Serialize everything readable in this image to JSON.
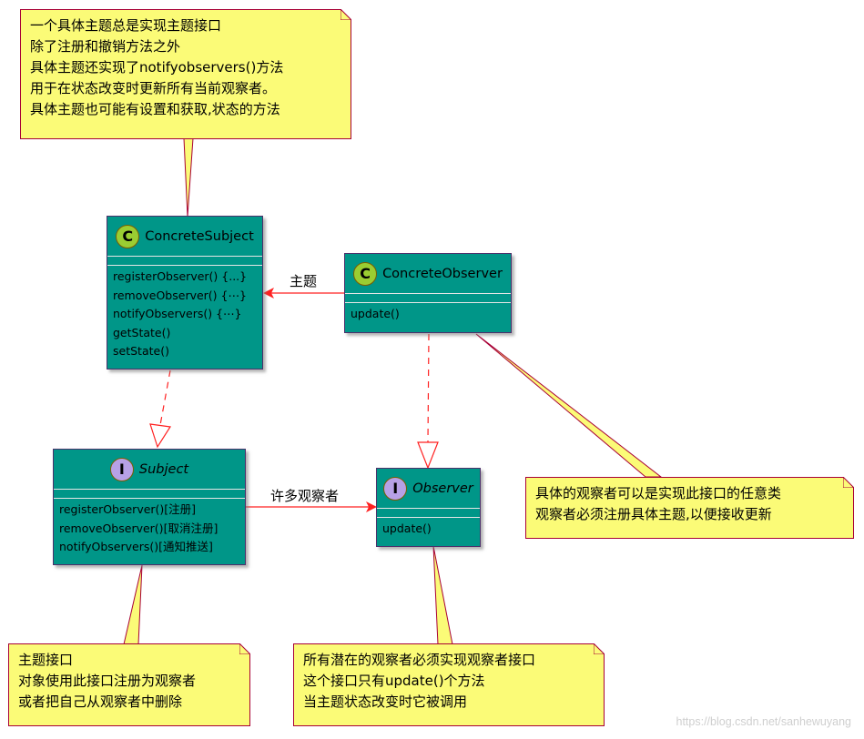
{
  "classes": {
    "concrete_subject": {
      "stereotype": "C",
      "name": "ConcreteSubject",
      "methods": [
        "registerObserver() {...}",
        "removeObserver() {⋯}",
        "notifyObservers() {⋯}",
        "getState()",
        "setState()"
      ]
    },
    "concrete_observer": {
      "stereotype": "C",
      "name": "ConcreteObserver",
      "methods": [
        "update()"
      ]
    },
    "subject": {
      "stereotype": "I",
      "name": "Subject",
      "methods": [
        "registerObserver()[注册]",
        "removeObserver()[取消注册]",
        "notifyObservers()[通知推送]"
      ]
    },
    "observer": {
      "stereotype": "I",
      "name": "Observer",
      "methods": [
        "update()"
      ]
    }
  },
  "relations": {
    "observer_to_subject_label": "主题",
    "subject_to_observer_label": "许多观察者"
  },
  "notes": {
    "concrete_subject_note": [
      "一个具体主题总是实现主题接口",
      "除了注册和撤销方法之外",
      "具体主题还实现了notifyobservers()方法",
      "用于在状态改变时更新所有当前观察者。",
      "具体主题也可能有设置和获取,状态的方法"
    ],
    "concrete_observer_note": [
      "具体的观察者可以是实现此接口的任意类",
      "观察者必须注册具体主题,以便接收更新"
    ],
    "subject_note": [
      "主题接口",
      "对象使用此接口注册为观察者",
      "或者把自己从观察者中删除"
    ],
    "observer_note": [
      "所有潜在的观察者必须实现观察者接口",
      "这个接口只有update()个方法",
      "当主题状态改变时它被调用"
    ]
  },
  "watermark": "https://blog.csdn.net/sanhewuyang",
  "colors": {
    "class_fill": "#009688",
    "note_fill": "#fbfb77",
    "note_border": "#a80036",
    "arrow": "#a80036",
    "assoc_arrow": "#ff2020"
  }
}
